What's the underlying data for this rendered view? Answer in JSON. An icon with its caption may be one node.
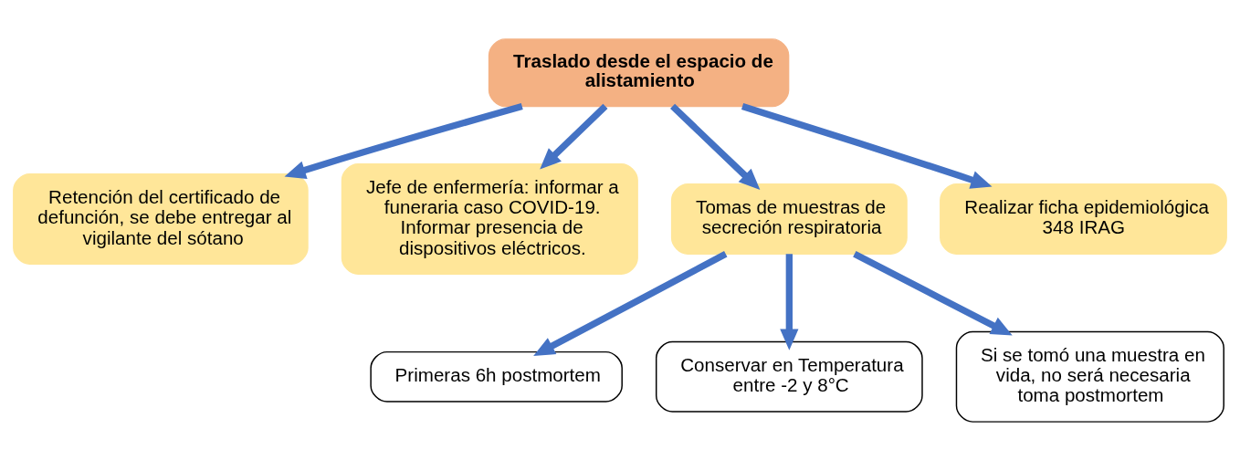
{
  "diagram": {
    "nodes": [
      {
        "text": [
          "Traslado desde el espacio de alistamiento"
        ]
      },
      {
        "text": [
          "Retención del certificado de defunción, se debe entregar al vigilante del sótano"
        ]
      },
      {
        "text": [
          "Jefe de enfermería: informar a funeraria caso COVID-19. Informar presencia de dispositivos eléctricos."
        ]
      },
      {
        "text": [
          "Tomas de muestras de secreción respiratoria"
        ]
      },
      {
        "text": [
          "Realizar ficha epidemiológica 348 IRAG"
        ]
      },
      {
        "text": [
          "Primeras 6h postmortem"
        ]
      },
      {
        "text": [
          "Conservar en Temperatura entre -2 y 8°C"
        ]
      },
      {
        "text": [
          "Si se tomó una muestra en vida, no será necesaria toma postmortem"
        ]
      }
    ],
    "edges": [
      {
        "from": 0,
        "to": 1,
        "arrow": "to"
      },
      {
        "from": 0,
        "to": 2,
        "arrow": "to"
      },
      {
        "from": 0,
        "to": 3,
        "arrow": "to"
      },
      {
        "from": 0,
        "to": 4,
        "arrow": "to"
      },
      {
        "from": 3,
        "to": 5,
        "arrow": "to"
      },
      {
        "from": 3,
        "to": 6,
        "arrow": "to"
      },
      {
        "from": 3,
        "to": 7,
        "arrow": "to"
      }
    ]
  }
}
